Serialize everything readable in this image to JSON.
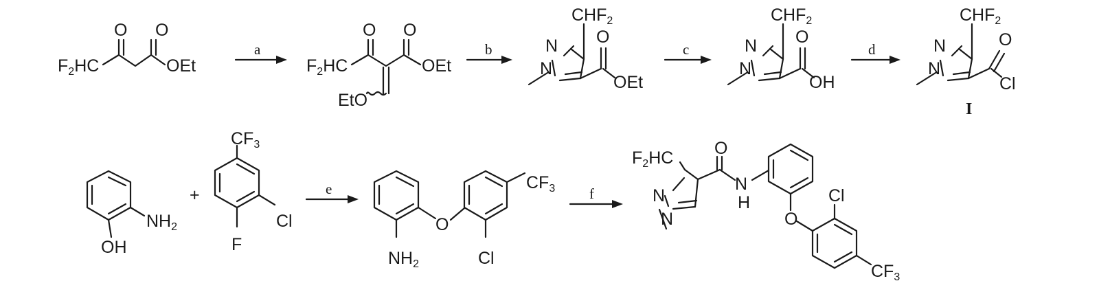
{
  "reaction_labels": {
    "a": "a",
    "b": "b",
    "c": "c",
    "d": "d",
    "e": "e",
    "f": "f"
  },
  "compound_label": "I",
  "plus": "+",
  "atoms": {
    "F2HC": "F",
    "F2HC_sub": "2",
    "F2HC_rest": "HC",
    "CHF2_main": "CHF",
    "CHF2_sub": "2",
    "CF3_main": "CF",
    "CF3_sub": "3",
    "NH2_main": "NH",
    "NH2_sub": "2",
    "O": "O",
    "OEt": "OEt",
    "EtO": "EtO",
    "N": "N",
    "OH": "OH",
    "Cl": "Cl",
    "F": "F",
    "H": "H"
  }
}
